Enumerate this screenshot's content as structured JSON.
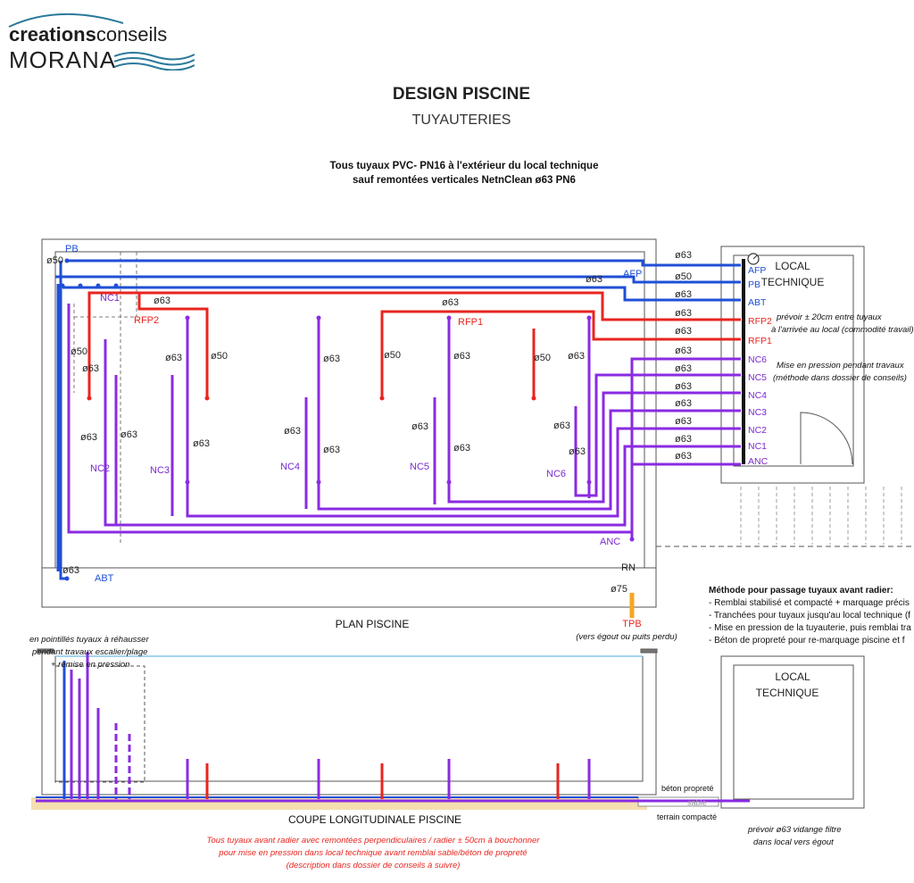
{
  "logo": {
    "brand_bold": "creations",
    "brand_light": "conseils",
    "name": "MORANA"
  },
  "header": {
    "title": "DESIGN PISCINE",
    "subtitle": "TUYAUTERIES"
  },
  "top_note": {
    "line1": "Tous tuyaux PVC- PN16 à l'extérieur du local technique",
    "line2": "sauf remontées verticales NetnClean ø63 PN6"
  },
  "plan": {
    "caption": "PLAN PISCINE",
    "circuits": {
      "pb": "PB",
      "abt": "ABT",
      "afp": "AFP",
      "rfp1": "RFP1",
      "rfp2": "RFP2",
      "nc1": "NC1",
      "nc2": "NC2",
      "nc3": "NC3",
      "nc4": "NC4",
      "nc5": "NC5",
      "nc6": "NC6",
      "anc": "ANC",
      "rn": "RN",
      "tpb": "TPB"
    },
    "diameters": {
      "d50": "ø50",
      "d63": "ø63",
      "d75": "ø75"
    },
    "tpb_note": "(vers égout ou puits perdu)"
  },
  "local": {
    "title_line1": "LOCAL",
    "title_line2": "TECHNIQUE",
    "manifold_labels": [
      "AFP",
      "PB",
      "ABT",
      "RFP2",
      "RFP1",
      "NC6",
      "NC5",
      "NC4",
      "NC3",
      "NC2",
      "NC1",
      "ANC"
    ],
    "note1_line1": "prévoir ± 20cm entre tuyaux",
    "note1_line2": "à l'arrivée au local (commodité travail)",
    "note2_line1": "Mise en pression pendant travaux",
    "note2_line2": "(méthode dans dossier de conseils)"
  },
  "method": {
    "title": "Méthode pour passage tuyaux avant radier:",
    "items": [
      "- Remblai stabilisé et compacté  + marquage précis",
      "- Tranchées pour tuyaux jusqu'au local technique (f",
      "- Mise en pression de la tuyauterie, puis remblai tra",
      "- Béton de propreté pour re-marquage piscine et  f"
    ]
  },
  "section": {
    "caption": "COUPE LONGITUDINALE  PISCINE",
    "dotted_note": [
      "en pointillés tuyaux à réhausser",
      "pendant travaux escalier/plage",
      "+ remise en pression"
    ],
    "beton": "béton propreté",
    "sable": "sable",
    "terrain": "terrain compacté",
    "local_line1": "LOCAL",
    "local_line2": "TECHNIQUE",
    "vidange_line1": "prévoir ø63 vidange filtre",
    "vidange_line2": "dans local vers égout",
    "red_note": [
      "Tous tuyaux avant radier avec remontées perpendiculaires / radier  ± 50cm à bouchonner",
      "pour mise en pression dans local technique avant remblai sable/béton de propreté",
      "(description dans dossier de conseils à suivre)"
    ]
  },
  "colors": {
    "blue": "#1f4fd6",
    "red": "#e8251f",
    "purple": "#8a2be2",
    "label_purple": "#7a2ad0",
    "orange": "#f5a623",
    "accent": "#2a7a9a"
  }
}
